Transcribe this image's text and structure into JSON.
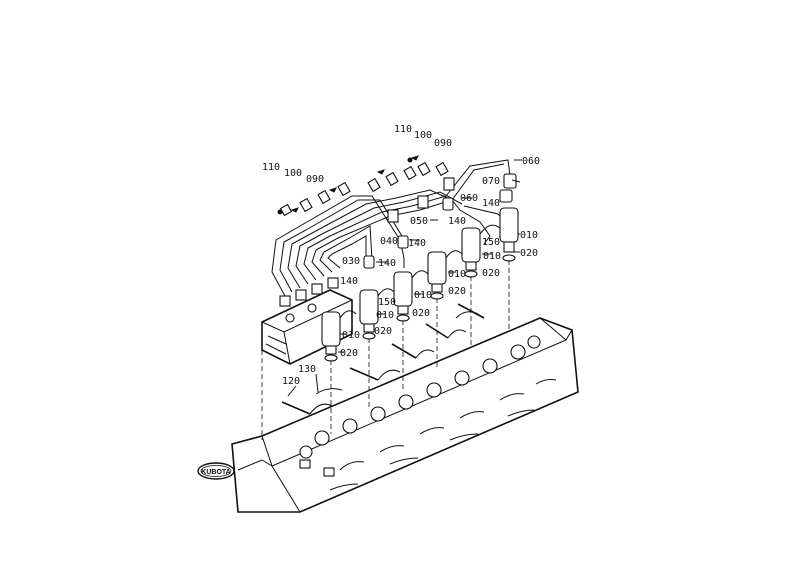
{
  "diagram": {
    "part_labels": [
      {
        "id": "110-a",
        "text": "110"
      },
      {
        "id": "100-a",
        "text": "100"
      },
      {
        "id": "090-a",
        "text": "090"
      },
      {
        "id": "110-b",
        "text": "110"
      },
      {
        "id": "100-b",
        "text": "100"
      },
      {
        "id": "090-b",
        "text": "090"
      },
      {
        "id": "060-a",
        "text": "060"
      },
      {
        "id": "070",
        "text": "070"
      },
      {
        "id": "060-b",
        "text": "060"
      },
      {
        "id": "050",
        "text": "050"
      },
      {
        "id": "140-a",
        "text": "140"
      },
      {
        "id": "140-b",
        "text": "140"
      },
      {
        "id": "010-a",
        "text": "010"
      },
      {
        "id": "040",
        "text": "040"
      },
      {
        "id": "140-c",
        "text": "140"
      },
      {
        "id": "150-a",
        "text": "150"
      },
      {
        "id": "010-b",
        "text": "010"
      },
      {
        "id": "020-a",
        "text": "020"
      },
      {
        "id": "030",
        "text": "030"
      },
      {
        "id": "140-d",
        "text": "140"
      },
      {
        "id": "010-c",
        "text": "010"
      },
      {
        "id": "020-b",
        "text": "020"
      },
      {
        "id": "140-e",
        "text": "140"
      },
      {
        "id": "010-d",
        "text": "010"
      },
      {
        "id": "020-c",
        "text": "020"
      },
      {
        "id": "150-b",
        "text": "150"
      },
      {
        "id": "010-e",
        "text": "010"
      },
      {
        "id": "020-d",
        "text": "020"
      },
      {
        "id": "010-f",
        "text": "010"
      },
      {
        "id": "020-e",
        "text": "020"
      },
      {
        "id": "020-f",
        "text": "020"
      },
      {
        "id": "120",
        "text": "120"
      },
      {
        "id": "130",
        "text": "130"
      }
    ],
    "logo_text": "KUBOTA"
  }
}
